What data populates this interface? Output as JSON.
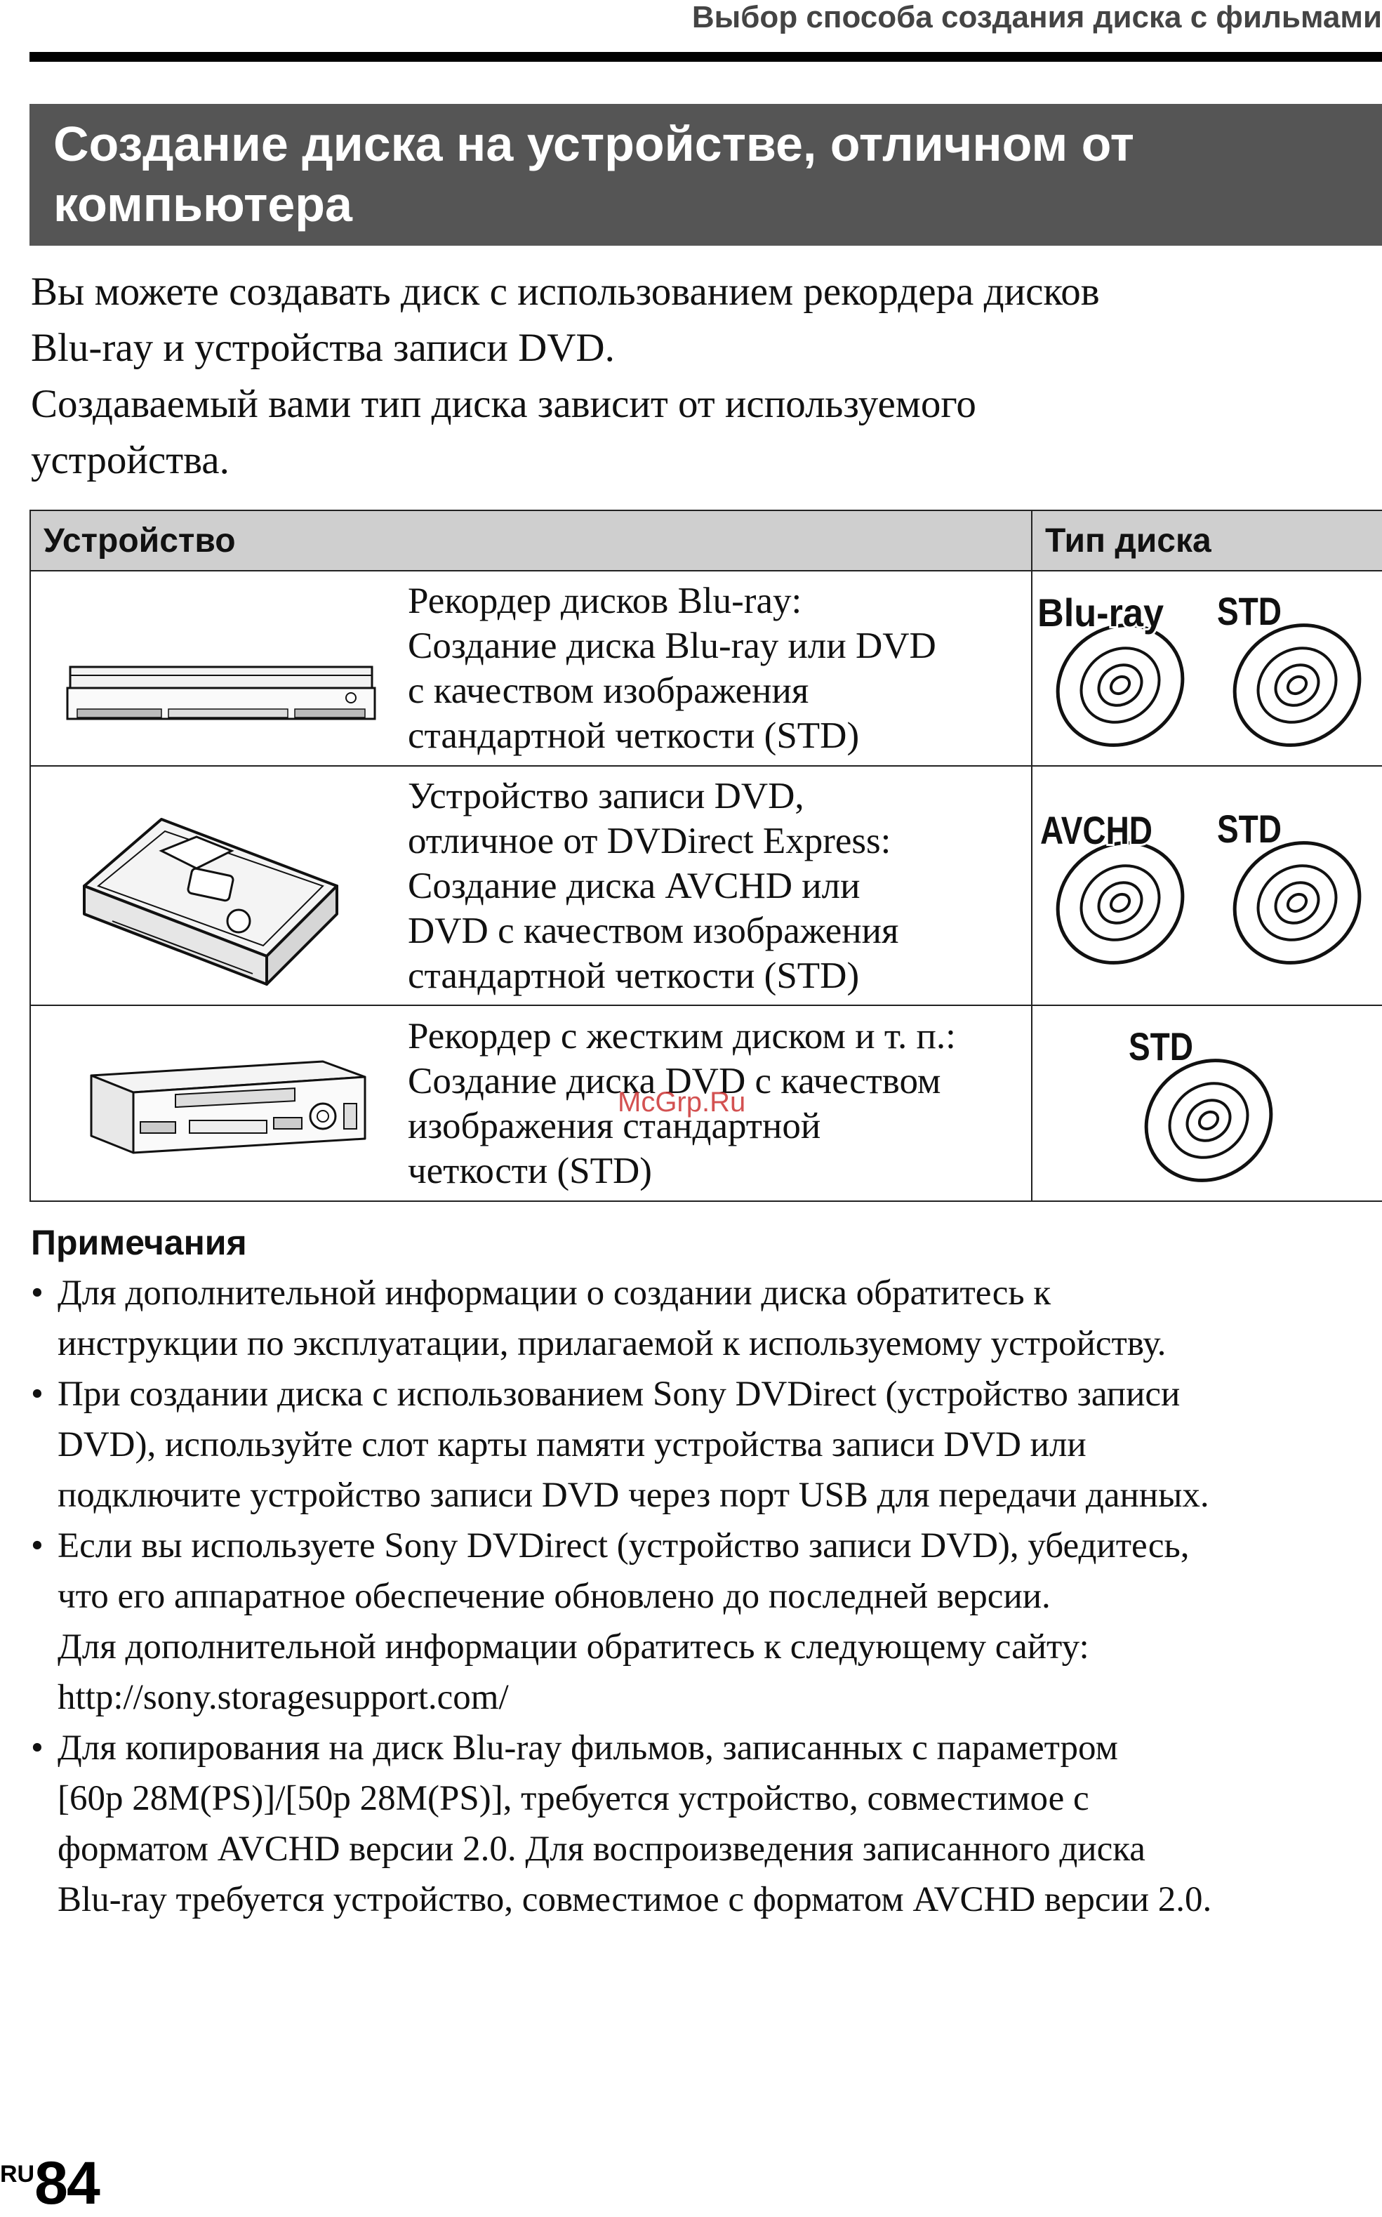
{
  "header": {
    "title": "Выбор способа создания диска с фильмами"
  },
  "section": {
    "title_lines": [
      "Создание диска на устройстве, отличном от",
      "компьютера"
    ]
  },
  "intro": {
    "lines": [
      "Вы можете создавать диск с использованием рекордера дисков",
      "Blu-ray и устройства записи DVD.",
      "Создаваемый вами тип диска зависит от используемого",
      "устройства."
    ]
  },
  "table": {
    "headers": {
      "device": "Устройство",
      "disc_type": "Тип диска"
    },
    "rows": [
      {
        "desc_lines": [
          "Рекордер дисков Blu-ray:",
          "Создание диска Blu-ray или DVD",
          "с качеством изображения",
          "стандартной четкости (STD)"
        ],
        "discs": [
          "Blu-ray",
          "STD"
        ],
        "device_icon": "bluray-recorder-icon"
      },
      {
        "desc_lines": [
          "Устройство записи DVD,",
          "отличное от DVDirect Express:",
          "Создание диска AVCHD или",
          "DVD с качеством изображения",
          "стандартной четкости (STD)"
        ],
        "discs": [
          "AVCHD",
          "STD"
        ],
        "device_icon": "dvd-writer-icon"
      },
      {
        "desc_lines": [
          "Рекордер с жестким диском и т. п.:",
          "Создание диска DVD с качеством",
          "изображения стандартной",
          "четкости (STD)"
        ],
        "discs": [
          "STD"
        ],
        "device_icon": "hdd-recorder-icon"
      }
    ]
  },
  "watermark": "McGrp.Ru",
  "notes": {
    "title": "Примечания",
    "items": [
      [
        "Для дополнительной информации о создании диска обратитесь к",
        "инструкции по эксплуатации, прилагаемой к используемому устройству."
      ],
      [
        "При создании диска с использованием Sony DVDirect (устройство записи",
        "DVD), используйте слот карты памяти устройства записи DVD или",
        "подключите устройство записи DVD через порт USB для передачи данных."
      ],
      [
        "Если вы используете Sony DVDirect (устройство записи DVD), убедитесь,",
        "что его аппаратное обеспечение обновлено до последней версии.",
        "Для дополнительной информации обратитесь к следующему сайту:",
        "http://sony.storagesupport.com/"
      ],
      [
        "Для копирования на диск Blu-ray фильмов, записанных с параметром",
        "[60p 28M(PS)]/[50p 28M(PS)], требуется устройство, совместимое с",
        "форматом AVCHD версии 2.0. Для воспроизведения записанного диска",
        "Blu-ray требуется устройство, совместимое с форматом AVCHD версии 2.0."
      ]
    ]
  },
  "page": {
    "lang": "RU",
    "number": "84"
  }
}
